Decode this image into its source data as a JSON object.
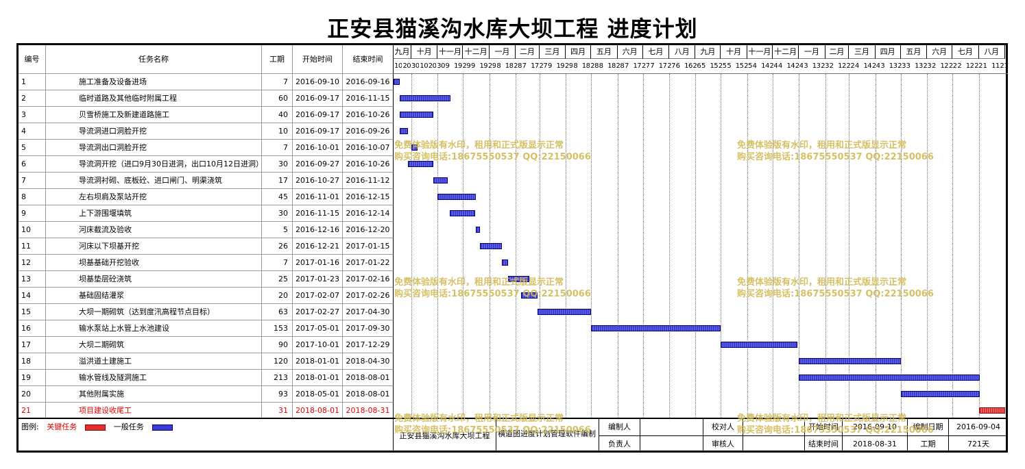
{
  "title": "正安县猫溪沟水库大坝工程  进度计划",
  "columns": {
    "id": "编号",
    "name": "任务名称",
    "duration": "工期",
    "start": "开始时间",
    "end": "结束时间"
  },
  "months": [
    "九月",
    "十月",
    "十一月",
    "十二月",
    "一月",
    "二月",
    "三月",
    "四月",
    "五月",
    "六月",
    "七月",
    "八月",
    "九月",
    "十月",
    "十一月",
    "十二月",
    "一月",
    "二月",
    "三月",
    "四月",
    "五月",
    "六月",
    "七月",
    "八月"
  ],
  "day_ticks": [
    "10",
    "20",
    "30",
    "10",
    "20",
    "30",
    "9",
    "19",
    "29",
    "9",
    "19",
    "29",
    "8",
    "18",
    "28",
    "7",
    "17",
    "27",
    "9",
    "19",
    "29",
    "8",
    "18",
    "28",
    "8",
    "18",
    "28",
    "7",
    "17",
    "27",
    "7",
    "17",
    "27",
    "6",
    "16",
    "26",
    "5",
    "15",
    "25",
    "5",
    "15",
    "25",
    "4",
    "14",
    "24",
    "4",
    "14",
    "24",
    "3",
    "13",
    "23",
    "2",
    "12",
    "22",
    "4",
    "14",
    "24",
    "3",
    "13",
    "23",
    "3",
    "13",
    "23",
    "2",
    "12",
    "22",
    "2",
    "12",
    "22",
    "1",
    "11",
    "21"
  ],
  "tasks": [
    {
      "id": "1",
      "name": "施工准备及设备进场",
      "duration": "7",
      "start": "2016-09-10",
      "end": "2016-09-16",
      "critical": false,
      "s": 0,
      "d": 7
    },
    {
      "id": "2",
      "name": "临时道路及其他临时附属工程",
      "duration": "60",
      "start": "2016-09-17",
      "end": "2016-11-15",
      "critical": false,
      "s": 7,
      "d": 60
    },
    {
      "id": "3",
      "name": "贝雪桥施工及新建道路施工",
      "duration": "40",
      "start": "2016-09-17",
      "end": "2016-10-26",
      "critical": false,
      "s": 7,
      "d": 40
    },
    {
      "id": "4",
      "name": "导流洞进口洞脸开挖",
      "duration": "10",
      "start": "2016-09-17",
      "end": "2016-09-26",
      "critical": false,
      "s": 7,
      "d": 10
    },
    {
      "id": "5",
      "name": "导流洞出口洞脸开挖",
      "duration": "7",
      "start": "2016-10-01",
      "end": "2016-10-07",
      "critical": false,
      "s": 21,
      "d": 7
    },
    {
      "id": "6",
      "name": "导流洞开挖（进口9月30日进洞，出口10月12日进洞）",
      "duration": "30",
      "start": "2016-09-27",
      "end": "2016-10-26",
      "critical": false,
      "s": 17,
      "d": 30
    },
    {
      "id": "7",
      "name": "导流洞衬砌、底板砼、进口闸门、明渠浇筑",
      "duration": "17",
      "start": "2016-10-27",
      "end": "2016-11-12",
      "critical": false,
      "s": 47,
      "d": 17
    },
    {
      "id": "8",
      "name": "左右坝肩及泵站开挖",
      "duration": "45",
      "start": "2016-11-01",
      "end": "2016-12-15",
      "critical": false,
      "s": 52,
      "d": 45
    },
    {
      "id": "9",
      "name": "上下游围堰填筑",
      "duration": "30",
      "start": "2016-11-15",
      "end": "2016-12-14",
      "critical": false,
      "s": 66,
      "d": 30
    },
    {
      "id": "10",
      "name": "河床截流及验收",
      "duration": "5",
      "start": "2016-12-16",
      "end": "2016-12-20",
      "critical": false,
      "s": 97,
      "d": 5
    },
    {
      "id": "11",
      "name": "河床以下坝基开挖",
      "duration": "26",
      "start": "2016-12-21",
      "end": "2017-01-15",
      "critical": false,
      "s": 102,
      "d": 26
    },
    {
      "id": "12",
      "name": "坝基基础开挖验收",
      "duration": "7",
      "start": "2017-01-16",
      "end": "2017-01-22",
      "critical": false,
      "s": 128,
      "d": 7
    },
    {
      "id": "13",
      "name": "坝基垫层砼浇筑",
      "duration": "25",
      "start": "2017-01-23",
      "end": "2017-02-16",
      "critical": false,
      "s": 135,
      "d": 25
    },
    {
      "id": "14",
      "name": "基础固结灌浆",
      "duration": "20",
      "start": "2017-02-07",
      "end": "2017-02-26",
      "critical": false,
      "s": 150,
      "d": 20
    },
    {
      "id": "15",
      "name": "大坝一期砌筑（达到度汛高程节点目标）",
      "duration": "63",
      "start": "2017-02-27",
      "end": "2017-04-30",
      "critical": false,
      "s": 170,
      "d": 63
    },
    {
      "id": "16",
      "name": "输水泵站上水管上水池建设",
      "duration": "153",
      "start": "2017-05-01",
      "end": "2017-09-30",
      "critical": false,
      "s": 233,
      "d": 153
    },
    {
      "id": "17",
      "name": "大坝二期砌筑",
      "duration": "90",
      "start": "2017-10-01",
      "end": "2017-12-29",
      "critical": false,
      "s": 386,
      "d": 90
    },
    {
      "id": "18",
      "name": "溢洪道土建施工",
      "duration": "120",
      "start": "2018-01-01",
      "end": "2018-04-30",
      "critical": false,
      "s": 478,
      "d": 120
    },
    {
      "id": "19",
      "name": "输水管线及隧洞施工",
      "duration": "213",
      "start": "2018-01-01",
      "end": "2018-08-01",
      "critical": false,
      "s": 478,
      "d": 213
    },
    {
      "id": "20",
      "name": "其他附属实施",
      "duration": "93",
      "start": "2018-05-01",
      "end": "2018-08-01",
      "critical": false,
      "s": 598,
      "d": 93
    },
    {
      "id": "21",
      "name": "项目建设收尾工",
      "duration": "31",
      "start": "2018-08-01",
      "end": "2018-08-31",
      "critical": true,
      "s": 690,
      "d": 31
    }
  ],
  "watermark": {
    "line1": "免费体验版有水印，租用和正式版显示正常",
    "line2": "购买咨询电话:18675550537 QQ:22150066"
  },
  "legend": {
    "label": "图例:",
    "critical": "关键任务",
    "normal": "一般任务",
    "critical_color": "#e03030",
    "normal_color": "#3b3bd0"
  },
  "footer": {
    "project": "正安县猫溪沟水库大坝工程",
    "software": "横道图进度计划管理软件编制",
    "compiler_label": "编制人",
    "compiler": "",
    "checker_label": "校对人",
    "checker": "",
    "start_label": "开始时间",
    "start": "2016-09-10",
    "date_label": "编制日期",
    "date": "2016-09-04",
    "manager_label": "负责人",
    "manager": "",
    "reviewer_label": "审核人",
    "reviewer": "",
    "end_label": "结束时间",
    "end": "2018-08-31",
    "duration_label": "工期",
    "duration": "721天"
  }
}
